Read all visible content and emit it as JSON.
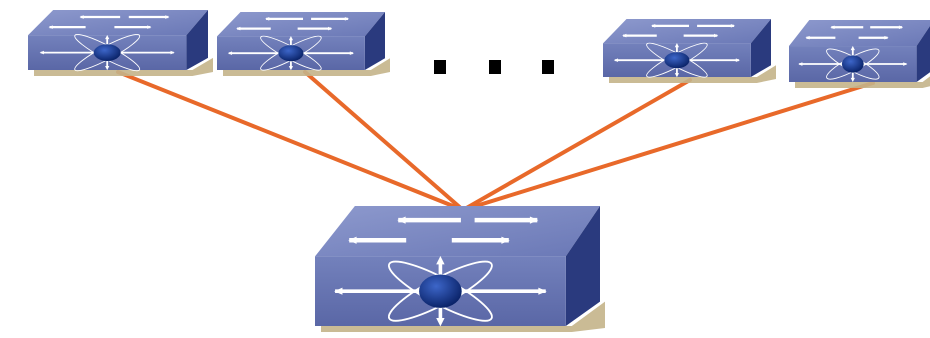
{
  "diagram": {
    "type": "network-topology",
    "colors": {
      "link": "#e8692a",
      "switch_top": "#6f7db8",
      "switch_top_light": "#8794c8",
      "switch_front": "#6673b0",
      "switch_side": "#2a3a7e",
      "switch_shadow": "#c4b48a",
      "hub": "#0a2f80",
      "arrow": "#ffffff",
      "ellipsis": "#000000"
    },
    "core_switch": {
      "name": "core-switch",
      "icon": "switch-icon"
    },
    "access_switches": [
      {
        "name": "access-switch-1",
        "icon": "switch-icon"
      },
      {
        "name": "access-switch-2",
        "icon": "switch-icon"
      },
      {
        "name": "access-switch-3",
        "icon": "switch-icon"
      },
      {
        "name": "access-switch-4",
        "icon": "switch-icon"
      }
    ],
    "ellipsis": {
      "count": 3
    }
  }
}
